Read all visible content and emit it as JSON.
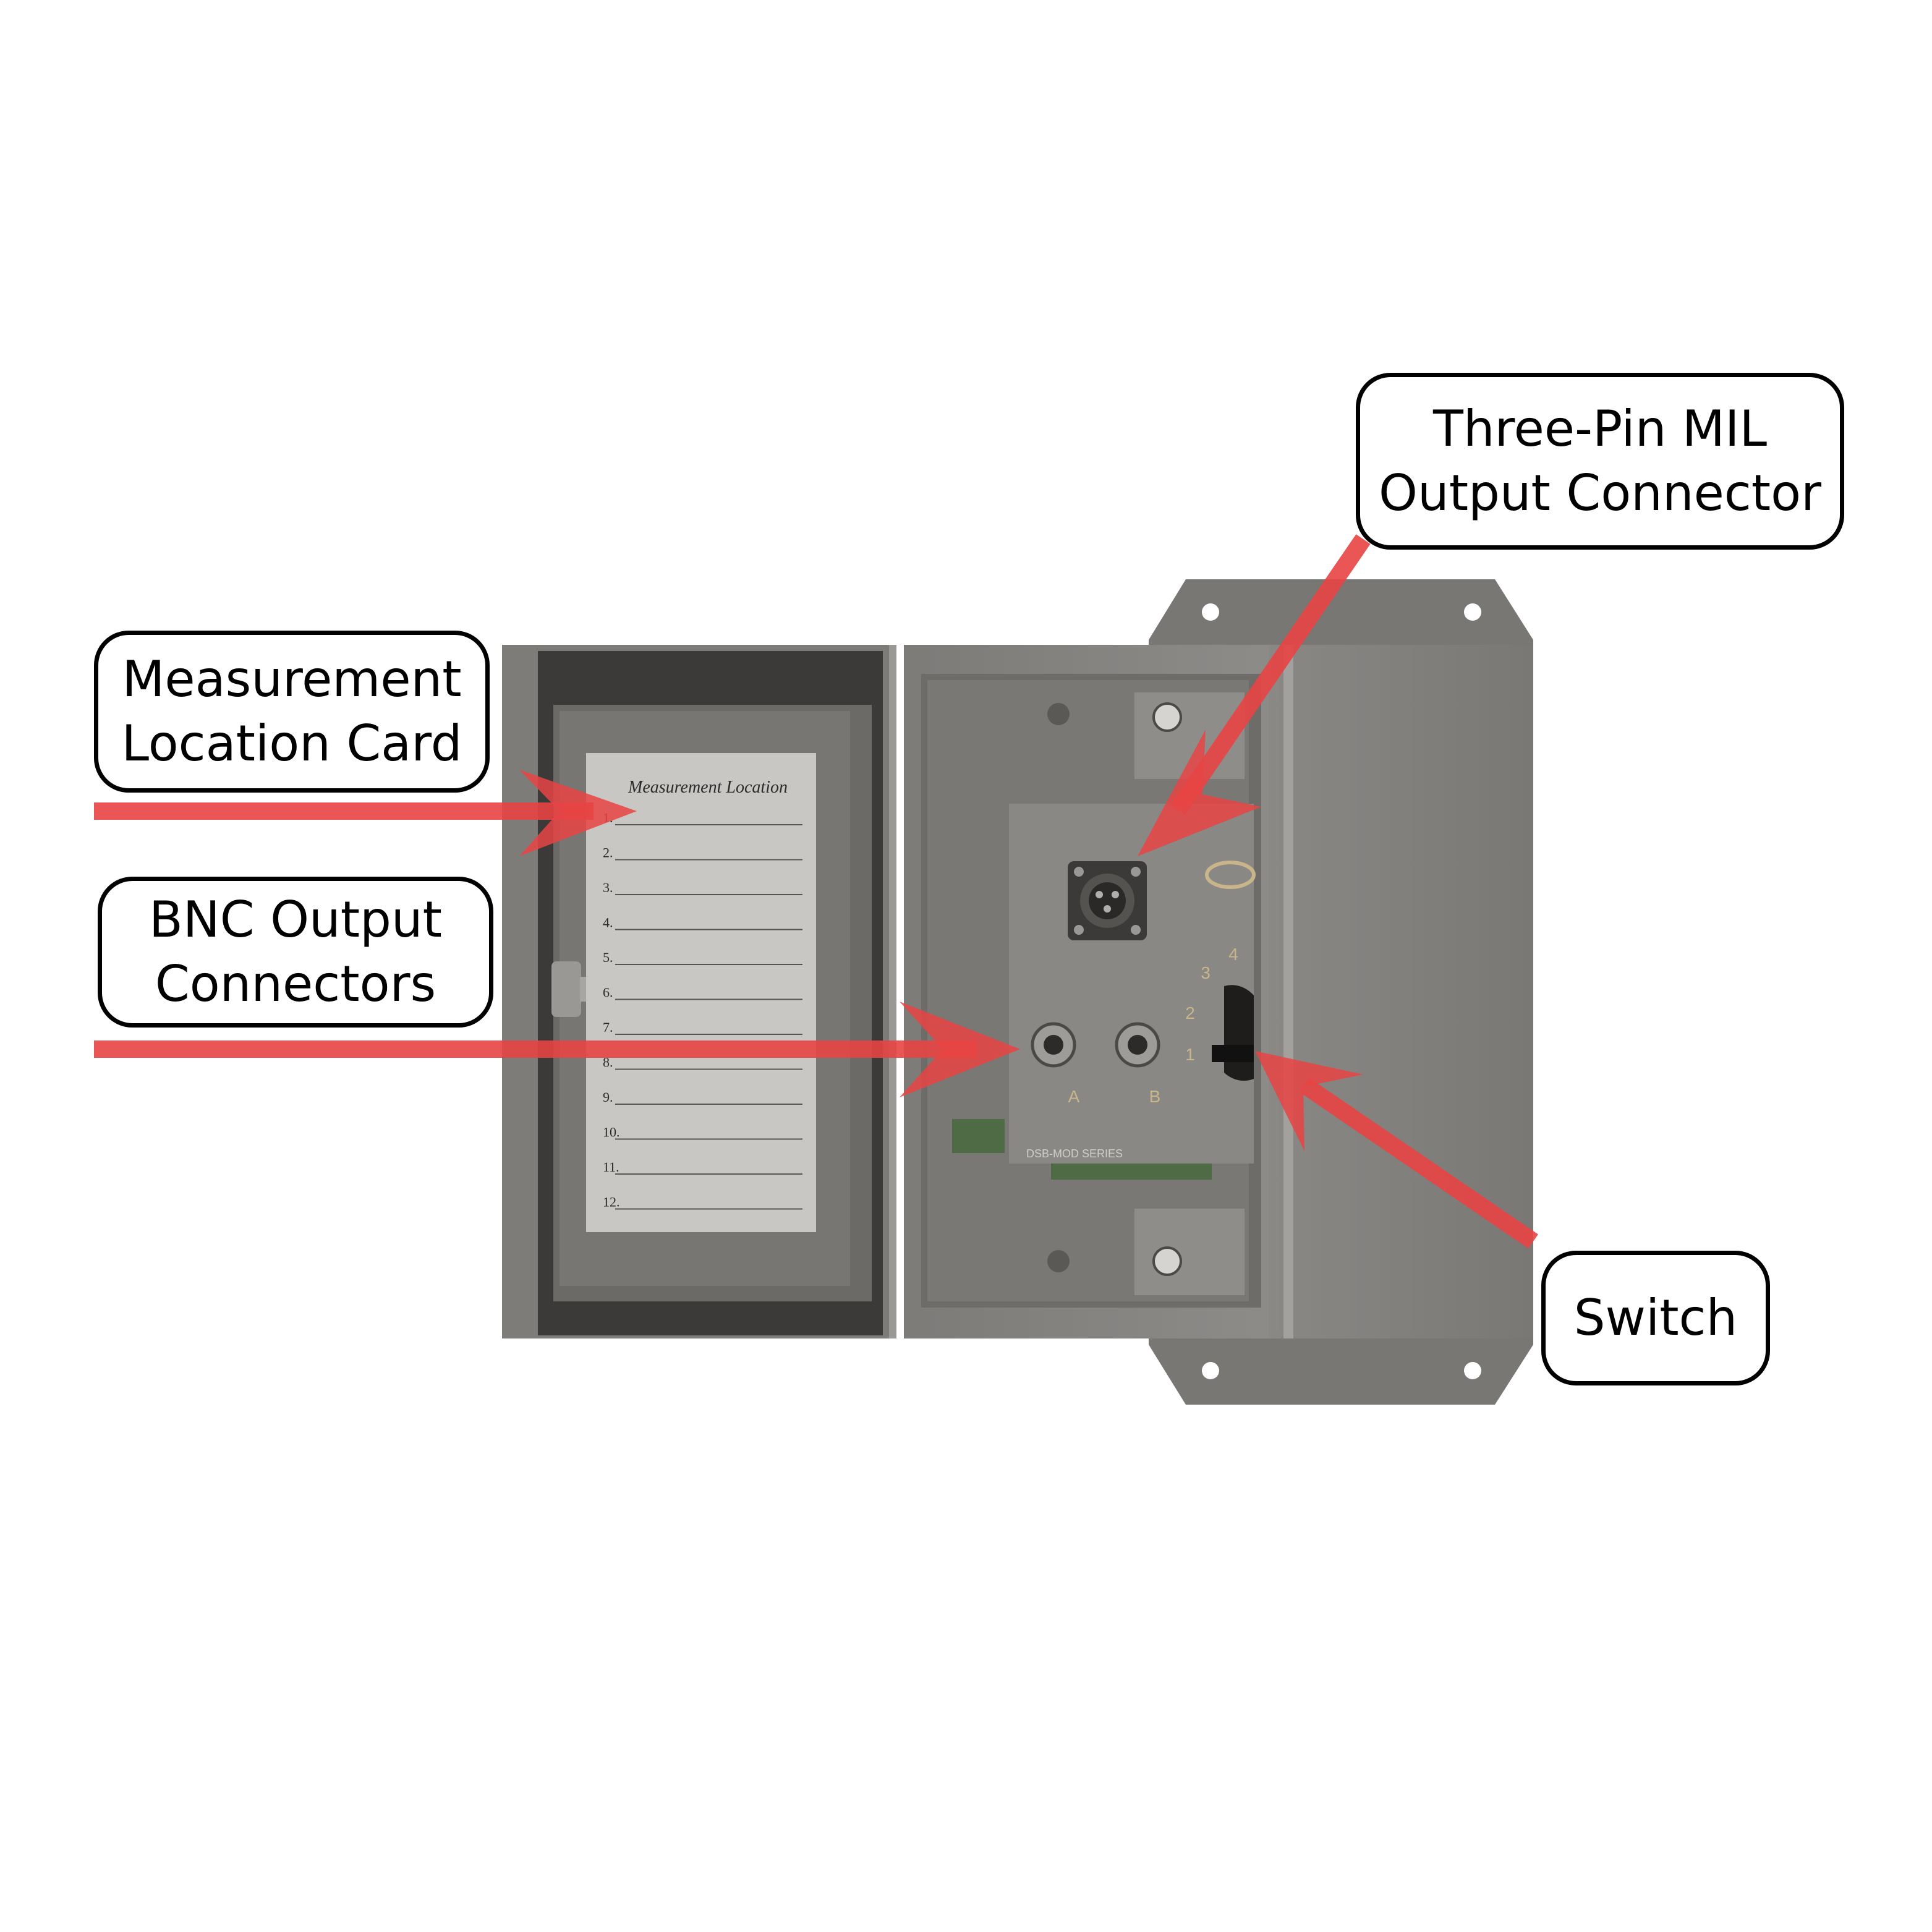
{
  "callouts": {
    "mil_connector": {
      "line1": "Three-Pin MIL",
      "line2": "Output Connector"
    },
    "location_card": {
      "line1": "Measurement",
      "line2": "Location Card"
    },
    "bnc_connectors": {
      "line1": "BNC Output",
      "line2": "Connectors"
    },
    "switch": {
      "line1": "Switch"
    }
  },
  "card": {
    "title": "Measurement Location",
    "rows": [
      "1.",
      "2.",
      "3.",
      "4.",
      "5.",
      "6.",
      "7.",
      "8.",
      "9.",
      "10.",
      "11.",
      "12."
    ]
  },
  "panel": {
    "switch_positions": [
      "1",
      "2",
      "3",
      "4"
    ],
    "bnc_labels": [
      "A",
      "B"
    ],
    "series_label": "DSB-MOD SERIES"
  },
  "colors": {
    "arrow": "#e84444",
    "enclosure": "#858380",
    "door_frame": "#3f3e3c",
    "card": "#c8c7c4",
    "panel": "#8a8885",
    "panel_text": "#c9b58a"
  }
}
